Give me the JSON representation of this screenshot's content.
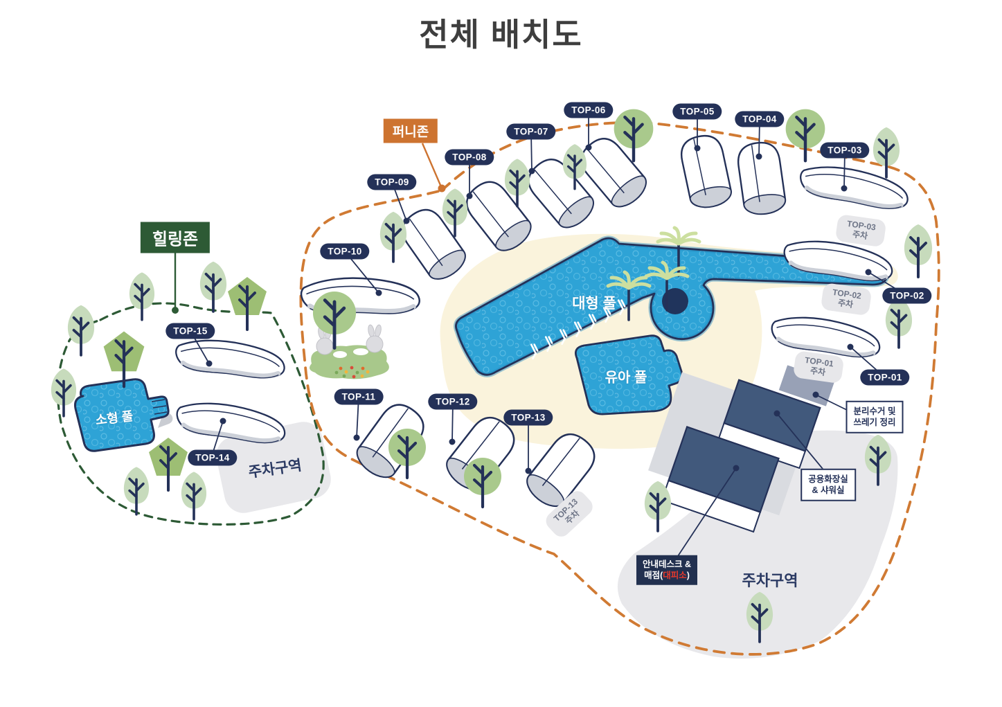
{
  "title": "전체 배치도",
  "zones": {
    "healing": "힐링존",
    "funny": "퍼니존"
  },
  "sites": {
    "top01": "TOP-01",
    "top02": "TOP-02",
    "top03": "TOP-03",
    "top04": "TOP-04",
    "top05": "TOP-05",
    "top06": "TOP-06",
    "top07": "TOP-07",
    "top08": "TOP-08",
    "top09": "TOP-09",
    "top10": "TOP-10",
    "top11": "TOP-11",
    "top12": "TOP-12",
    "top13": "TOP-13",
    "top14": "TOP-14",
    "top15": "TOP-15"
  },
  "parking": {
    "area_label": "주차구역",
    "suffix": "주차",
    "sub": {
      "top01": "TOP-01",
      "top02": "TOP-02",
      "top03": "TOP-03",
      "top13": "TOP-13"
    }
  },
  "pools": {
    "large": "대형 풀",
    "kids": "유아 풀",
    "small": "소형 풀"
  },
  "facilities": {
    "recycle": [
      "분리수거 및",
      "쓰레기 정리"
    ],
    "restroom": [
      "공용화장실",
      "& 샤워실"
    ],
    "info": {
      "line1": "안내데스크 &",
      "pre": "매점(",
      "red": "대피소",
      "post": ")"
    }
  },
  "colors": {
    "navy": "#243158",
    "zone_green": "#2d5a35",
    "zone_orange": "#cd7330",
    "pool_blue": "#2ea3d6",
    "sand": "#faf3dc",
    "parking_gray": "#e7e7ea",
    "roof_blue": "#41597c",
    "alert_red": "#e8392c"
  }
}
